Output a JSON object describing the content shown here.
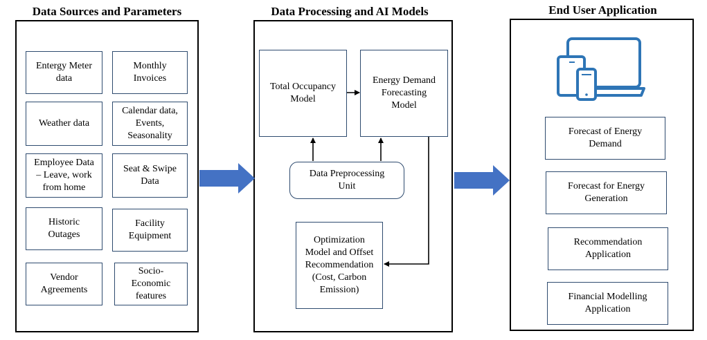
{
  "panels": {
    "sources": {
      "title": "Data Sources and Parameters",
      "items": [
        [
          "Entergy Meter",
          "data"
        ],
        [
          "Monthly",
          "Invoices"
        ],
        [
          "Weather data"
        ],
        [
          "Calendar data,",
          "Events,",
          "Seasonality"
        ],
        [
          "Employee Data",
          "– Leave, work",
          "from home"
        ],
        [
          "Seat & Swipe",
          "Data"
        ],
        [
          "Historic",
          "Outages"
        ],
        [
          "Facility",
          "Equipment"
        ],
        [
          "Vendor",
          "Agreements"
        ],
        [
          "Socio-",
          "Economic",
          "features"
        ]
      ]
    },
    "processing": {
      "title": "Data Processing and AI Models",
      "occupancy": [
        "Total Occupancy",
        "Model"
      ],
      "forecasting": [
        "Energy Demand",
        "Forecasting",
        "Model"
      ],
      "preprocessing": [
        "Data Preprocessing",
        "Unit"
      ],
      "optimization": [
        "Optimization",
        "Model and Offset",
        "Recommendation",
        "(Cost, Carbon",
        "Emission)"
      ]
    },
    "application": {
      "title": "End User Application",
      "device_icon": "devices-icon",
      "items": [
        [
          "Forecast of Energy",
          "Demand"
        ],
        [
          "Forecast for Energy",
          "Generation"
        ],
        [
          "Recommendation",
          "Application"
        ],
        [
          "Financial Modelling",
          "Application"
        ]
      ]
    }
  },
  "colors": {
    "flow_arrow": "#4472c4",
    "box_border": "#2d4a6e",
    "device_icon": "#2e75b6"
  }
}
